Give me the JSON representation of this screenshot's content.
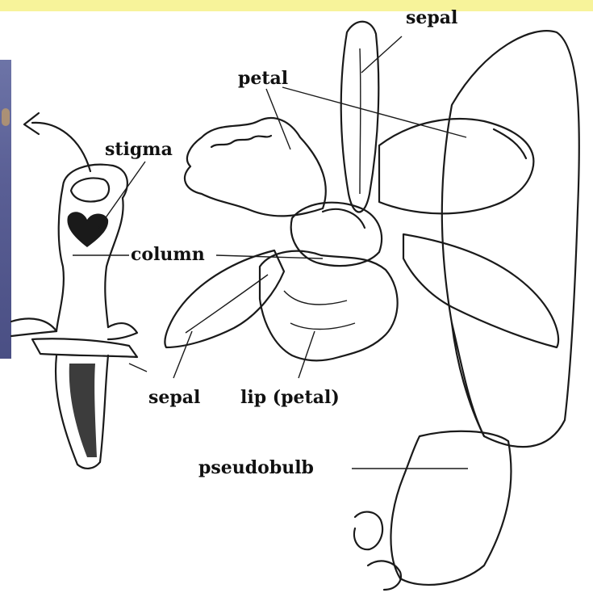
{
  "labels": {
    "sepal_top": "sepal",
    "petal": "petal",
    "stigma": "stigma",
    "column": "column",
    "sepal_bottom": "sepal",
    "lip": "lip (petal)",
    "pseudobulb": "pseudobulb"
  },
  "colors": {
    "top_strip": "#f7f39a",
    "side_panel": "#5a5f95",
    "ink": "#1a1a1a"
  }
}
